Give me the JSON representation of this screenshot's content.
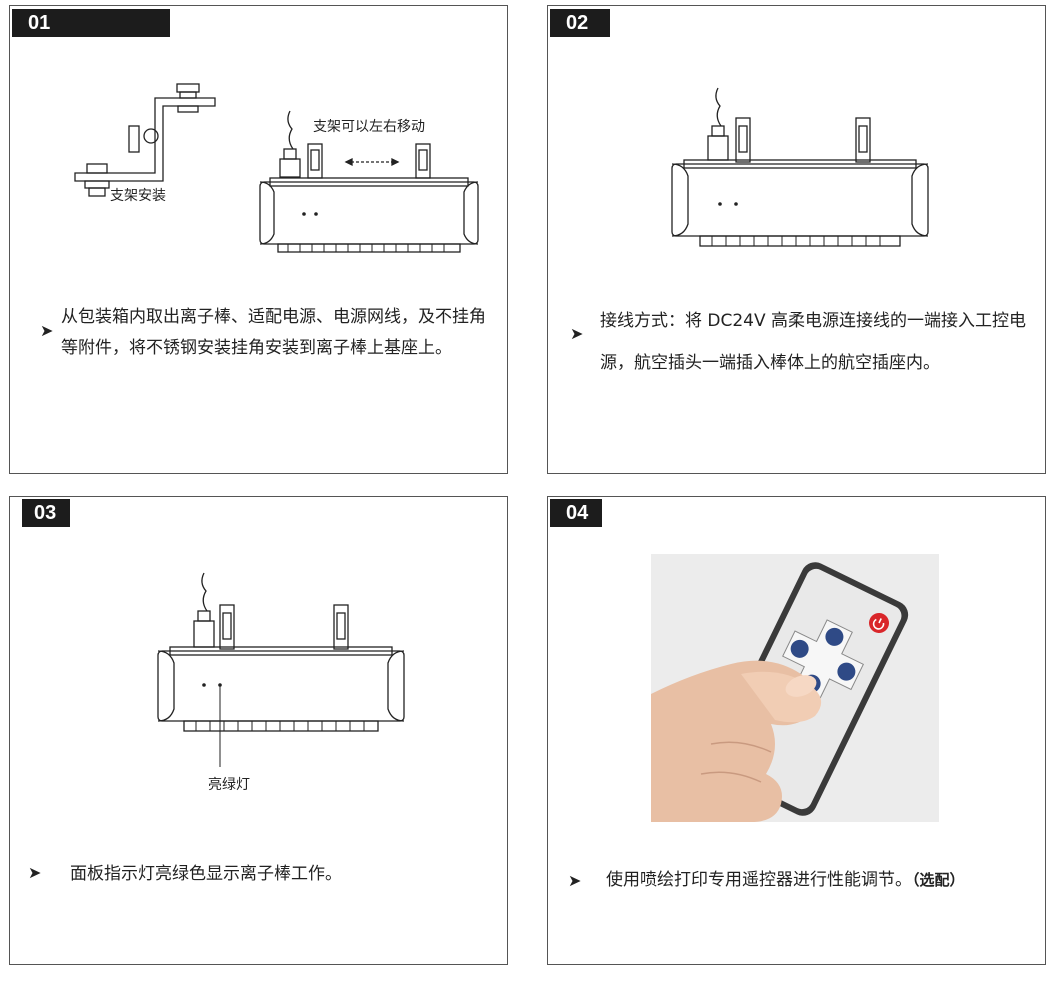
{
  "steps": [
    {
      "number": "01",
      "text": "从包装箱内取出离子棒、适配电源、电源网线，及不挂角等附件，将不锈钢安装挂角安装到离子棒上基座上。",
      "caption_bracket": "支架安装",
      "caption_move": "支架可以左右移动"
    },
    {
      "number": "02",
      "text": "接线方式：将 DC24V 高柔电源连接线的一端接入工控电源，航空插头一端插入棒体上的航空插座内。"
    },
    {
      "number": "03",
      "text": "面板指示灯亮绿色显示离子棒工作。",
      "caption_led": "亮绿灯"
    },
    {
      "number": "04",
      "text": "使用喷绘打印专用遥控器进行性能调节。",
      "suffix": "（选配）"
    }
  ],
  "bullet": "➤",
  "icons": {
    "bullet": "arrow-bullet-icon",
    "power": "power-icon"
  },
  "colors": {
    "badge_bg": "#1c1c1c",
    "border": "#555555",
    "remote_power": "#d9262a",
    "remote_button": "#2f4a86"
  }
}
